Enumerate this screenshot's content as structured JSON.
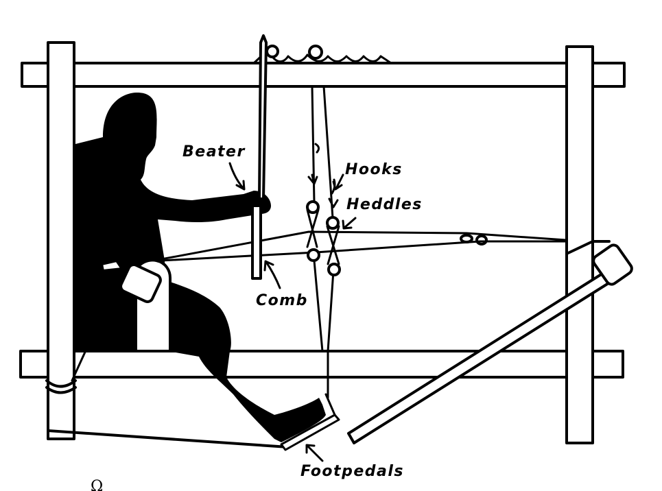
{
  "diagram": {
    "subject": "Loom with seated weaver",
    "colors": {
      "ink": "#000000",
      "paper": "#ffffff"
    },
    "labels": {
      "beater": "Beater",
      "hooks": "Hooks",
      "heddles": "Heddles",
      "comb": "Comb",
      "footpedals": "Footpedals"
    },
    "page_mark": "Ω"
  }
}
